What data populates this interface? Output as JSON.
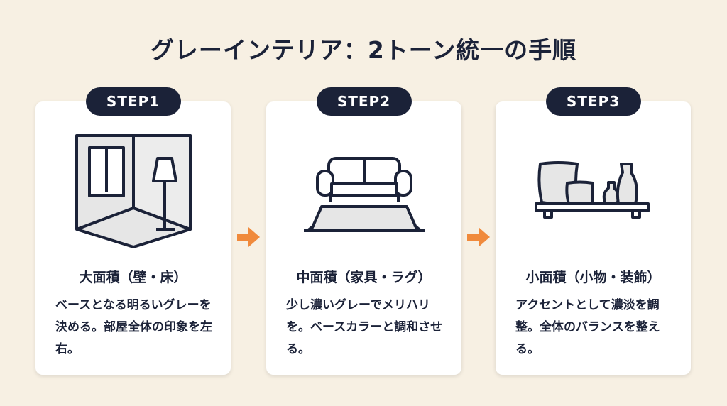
{
  "title": "グレーインテリア：2トーン統一の手順",
  "steps": [
    {
      "badge": "STEP1",
      "icon": "room-corner-icon",
      "title": "大面積（壁・床）",
      "body": "ベースとなる明るいグレーを決める。部屋全体の印象を左右。"
    },
    {
      "badge": "STEP2",
      "icon": "sofa-rug-icon",
      "title": "中面積（家具・ラグ）",
      "body": "少し濃いグレーでメリハリを。ベースカラーと調和させる。"
    },
    {
      "badge": "STEP3",
      "icon": "shelf-decor-icon",
      "title": "小面積（小物・装飾）",
      "body": "アクセントとして濃淡を調整。全体のバランスを整える。"
    }
  ],
  "colors": {
    "navy": "#1b2238",
    "accent": "#f08a3c",
    "background": "#f7f0e3",
    "fill": "#e6e6e6"
  }
}
